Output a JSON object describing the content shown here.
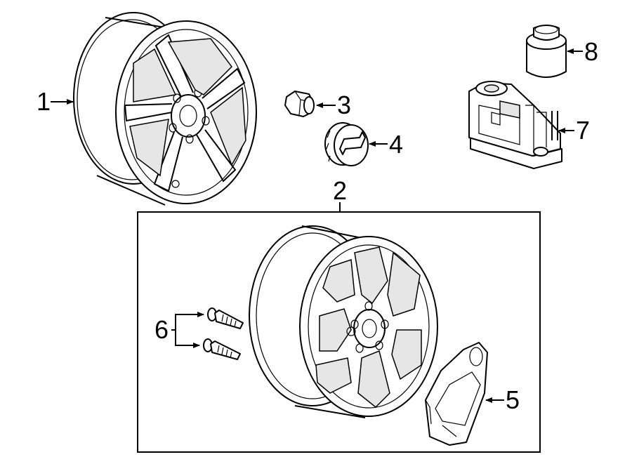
{
  "callouts": [
    {
      "id": "1",
      "label": "1"
    },
    {
      "id": "2",
      "label": "2"
    },
    {
      "id": "3",
      "label": "3"
    },
    {
      "id": "4",
      "label": "4"
    },
    {
      "id": "5",
      "label": "5"
    },
    {
      "id": "6",
      "label": "6"
    },
    {
      "id": "7",
      "label": "7"
    },
    {
      "id": "8",
      "label": "8"
    }
  ],
  "icons": {
    "wheel_5_spoke": "wheel-icon",
    "wheel_y_spoke": "wheel-icon",
    "lug_nut": "lug-nut-icon",
    "center_cap": "center-cap-icon",
    "tpms_sensor": "sensor-icon",
    "bolt": "bolt-icon",
    "compressor_kit": "compressor-icon",
    "sealant_canister": "canister-icon"
  },
  "colors": {
    "line": "#000000",
    "background": "#ffffff"
  }
}
